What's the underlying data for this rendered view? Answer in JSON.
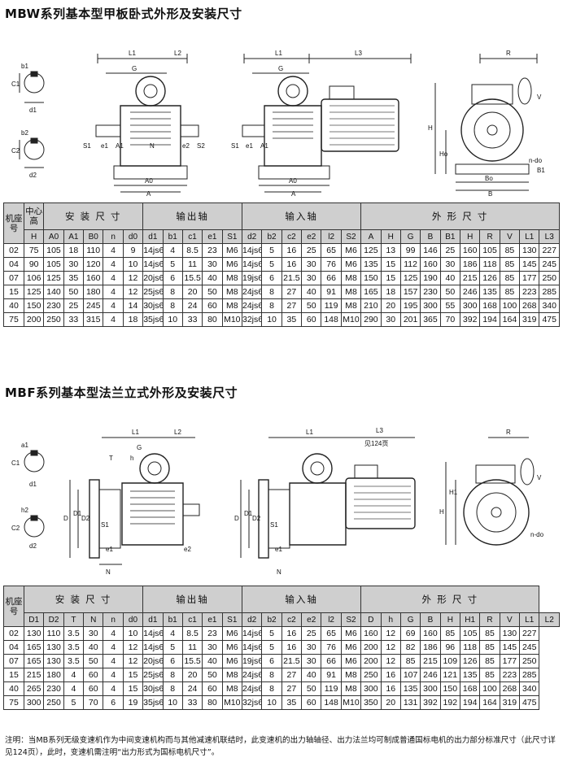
{
  "sections": [
    {
      "title": "MBW系列基本型甲板卧式外形及安装尺寸",
      "figure_labels": {
        "keyA": [
          "b1",
          "C1",
          "d1"
        ],
        "keyB": [
          "b2",
          "C2",
          "d2"
        ],
        "v1": [
          "L1",
          "L2",
          "G",
          "S1",
          "e1",
          "A1",
          "N",
          "e2",
          "S2",
          "A0",
          "A"
        ],
        "v2": [
          "L1",
          "L3",
          "G",
          "S1",
          "e1",
          "A1",
          "A0",
          "A"
        ],
        "v3": [
          "R",
          "V",
          "H",
          "Ho",
          "n-do",
          "B1",
          "Bo",
          "B"
        ]
      },
      "groups": [
        {
          "label": "机座号",
          "span": 1
        },
        {
          "label": "中心高",
          "span": 1
        },
        {
          "label": "安 装 尺 寸",
          "span": 5
        },
        {
          "label": "输出轴",
          "span": 5
        },
        {
          "label": "输入轴",
          "span": 6
        },
        {
          "label": "外 形 尺 寸",
          "span": 10
        }
      ],
      "subheaders": [
        "H",
        "A0",
        "A1",
        "B0",
        "n",
        "d0",
        "d1",
        "b1",
        "c1",
        "e1",
        "S1",
        "d2",
        "b2",
        "c2",
        "e2",
        "l2",
        "S2",
        "A",
        "H",
        "G",
        "B",
        "B1",
        "H",
        "R",
        "V",
        "L1",
        "L3"
      ],
      "rows": [
        [
          "02",
          "75",
          "105",
          "18",
          "110",
          "4",
          "9",
          "14js6",
          "4",
          "8.5",
          "23",
          "M6",
          "14js6",
          "5",
          "16",
          "25",
          "65",
          "M6",
          "125",
          "13",
          "99",
          "146",
          "25",
          "160",
          "105",
          "85",
          "130",
          "227"
        ],
        [
          "04",
          "90",
          "105",
          "30",
          "120",
          "4",
          "10",
          "14js6",
          "5",
          "11",
          "30",
          "M6",
          "14js6",
          "5",
          "16",
          "30",
          "76",
          "M6",
          "135",
          "15",
          "112",
          "160",
          "30",
          "186",
          "118",
          "85",
          "145",
          "245"
        ],
        [
          "07",
          "106",
          "125",
          "35",
          "160",
          "4",
          "12",
          "20js6",
          "6",
          "15.5",
          "40",
          "M8",
          "19js6",
          "6",
          "21.5",
          "30",
          "66",
          "M8",
          "150",
          "15",
          "125",
          "190",
          "40",
          "215",
          "126",
          "85",
          "177",
          "250"
        ],
        [
          "15",
          "125",
          "140",
          "50",
          "180",
          "4",
          "12",
          "25js6",
          "8",
          "20",
          "50",
          "M8",
          "24js6",
          "8",
          "27",
          "40",
          "91",
          "M8",
          "165",
          "18",
          "157",
          "230",
          "50",
          "246",
          "135",
          "85",
          "223",
          "285"
        ],
        [
          "40",
          "150",
          "230",
          "25",
          "245",
          "4",
          "14",
          "30js6",
          "8",
          "24",
          "60",
          "M8",
          "24js6",
          "8",
          "27",
          "50",
          "119",
          "M8",
          "210",
          "20",
          "195",
          "300",
          "55",
          "300",
          "168",
          "100",
          "268",
          "340"
        ],
        [
          "75",
          "200",
          "250",
          "33",
          "315",
          "4",
          "18",
          "35js6",
          "10",
          "33",
          "80",
          "M10",
          "32js6",
          "10",
          "35",
          "60",
          "148",
          "M10",
          "290",
          "30",
          "201",
          "365",
          "70",
          "392",
          "194",
          "164",
          "319",
          "475"
        ]
      ]
    },
    {
      "title": "MBF系列基本型法兰立式外形及安装尺寸",
      "figure_labels": {
        "keyA": [
          "a1",
          "C1",
          "d1"
        ],
        "keyB": [
          "h2",
          "C2",
          "d2"
        ],
        "v1": [
          "L1",
          "L2",
          "G",
          "T",
          "h",
          "D",
          "D1",
          "D2",
          "S1",
          "e1",
          "N",
          "e2"
        ],
        "v2": [
          "L1",
          "L3",
          "见124页",
          "D",
          "D1",
          "D2",
          "S1",
          "e1",
          "N"
        ],
        "v3": [
          "R",
          "V",
          "H1",
          "H",
          "n-do"
        ]
      },
      "groups": [
        {
          "label": "机座号",
          "span": 1
        },
        {
          "label": "安 装 尺 寸",
          "span": 6
        },
        {
          "label": "输出轴",
          "span": 5
        },
        {
          "label": "输入轴",
          "span": 6
        },
        {
          "label": "外 形 尺 寸",
          "span": 9
        }
      ],
      "subheaders": [
        "D1",
        "D2",
        "T",
        "N",
        "n",
        "d0",
        "d1",
        "b1",
        "c1",
        "e1",
        "S1",
        "d2",
        "b2",
        "c2",
        "e2",
        "l2",
        "S2",
        "D",
        "h",
        "G",
        "B",
        "H",
        "H1",
        "R",
        "V",
        "L1",
        "L2"
      ],
      "rows": [
        [
          "02",
          "130",
          "110",
          "3.5",
          "30",
          "4",
          "10",
          "14js6",
          "4",
          "8.5",
          "23",
          "M6",
          "14js6",
          "5",
          "16",
          "25",
          "65",
          "M6",
          "160",
          "12",
          "69",
          "160",
          "85",
          "105",
          "85",
          "130",
          "227"
        ],
        [
          "04",
          "165",
          "130",
          "3.5",
          "40",
          "4",
          "12",
          "14js6",
          "5",
          "11",
          "30",
          "M6",
          "14js6",
          "5",
          "16",
          "30",
          "76",
          "M6",
          "200",
          "12",
          "82",
          "186",
          "96",
          "118",
          "85",
          "145",
          "245"
        ],
        [
          "07",
          "165",
          "130",
          "3.5",
          "50",
          "4",
          "12",
          "20js6",
          "6",
          "15.5",
          "40",
          "M6",
          "19js6",
          "6",
          "21.5",
          "30",
          "66",
          "M6",
          "200",
          "12",
          "85",
          "215",
          "109",
          "126",
          "85",
          "177",
          "250"
        ],
        [
          "15",
          "215",
          "180",
          "4",
          "60",
          "4",
          "15",
          "25js6",
          "8",
          "20",
          "50",
          "M8",
          "24js6",
          "8",
          "27",
          "40",
          "91",
          "M8",
          "250",
          "16",
          "107",
          "246",
          "121",
          "135",
          "85",
          "223",
          "285"
        ],
        [
          "40",
          "265",
          "230",
          "4",
          "60",
          "4",
          "15",
          "30js6",
          "8",
          "24",
          "60",
          "M8",
          "24js6",
          "8",
          "27",
          "50",
          "119",
          "M8",
          "300",
          "16",
          "135",
          "300",
          "150",
          "168",
          "100",
          "268",
          "340"
        ],
        [
          "75",
          "300",
          "250",
          "5",
          "70",
          "6",
          "19",
          "35js6",
          "10",
          "33",
          "80",
          "M10",
          "32js6",
          "10",
          "35",
          "60",
          "148",
          "M10",
          "350",
          "20",
          "131",
          "392",
          "192",
          "194",
          "164",
          "319",
          "475"
        ]
      ]
    }
  ],
  "note": "注明：当MB系列无级变速机作为中间变速机构而与其他减速机联结时，此变速机的出力轴轴径、出力法兰均可制成普通国标电机的出力部分标准尺寸（此尺寸详见124页），此时，变速机需注明“出力形式为国标电机尺寸”。"
}
